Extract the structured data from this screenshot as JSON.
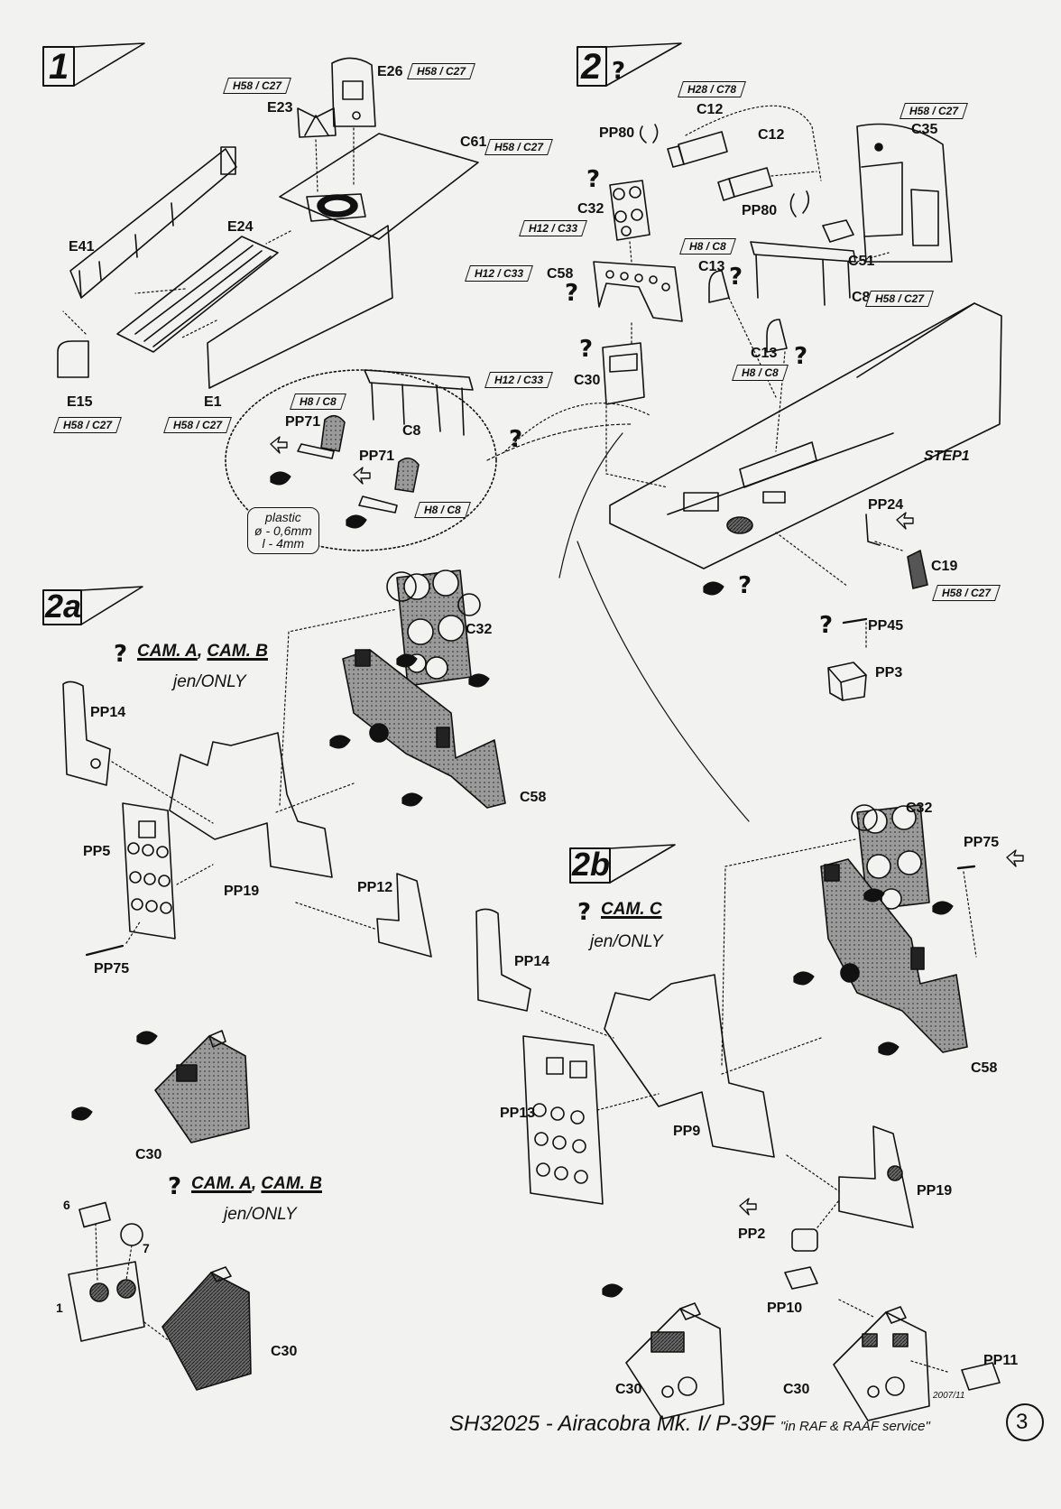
{
  "steps": {
    "s1": "1",
    "s2": "2",
    "s2a": "2a",
    "s2b": "2b"
  },
  "step1_parts": {
    "e26": "E26",
    "e23": "E23",
    "c61": "C61",
    "e41": "E41",
    "e24": "E24",
    "e15": "E15",
    "e1": "E1",
    "pp71a": "PP71",
    "pp71b": "PP71",
    "c8": "C8"
  },
  "step2_parts": {
    "c12a": "C12",
    "c12b": "C12",
    "pp80a": "PP80",
    "pp80b": "PP80",
    "c35": "C35",
    "c32": "C32",
    "c58": "C58",
    "c13a": "C13",
    "c13b": "C13",
    "c51": "C51",
    "c8": "C8",
    "c30": "C30",
    "step1_ref": "STEP1",
    "pp24": "PP24",
    "c19": "C19",
    "pp45": "PP45",
    "pp3": "PP3"
  },
  "step2a_parts": {
    "c32": "C32",
    "pp14": "PP14",
    "c58": "C58",
    "pp5": "PP5",
    "pp19": "PP19",
    "pp12": "PP12",
    "pp75": "PP75",
    "c30a": "C30",
    "decal6": "6",
    "decal7": "7",
    "decal1": "1",
    "c30b": "C30"
  },
  "step2b_parts": {
    "c32": "C32",
    "pp75": "PP75",
    "pp14": "PP14",
    "c58": "C58",
    "pp13": "PP13",
    "pp9": "PP9",
    "pp19": "PP19",
    "pp2": "PP2",
    "pp10": "PP10",
    "pp11": "PP11",
    "c30a": "C30",
    "c30b": "C30"
  },
  "color_codes": {
    "h58_c27": "H58 / C27",
    "h28_c78": "H28 / C78",
    "h12_c33": "H12 / C33",
    "h8_c8": "H8 / C8"
  },
  "camo_notes": {
    "cam_ab_a": "CAM. A",
    "cam_ab_b": "CAM. B",
    "cam_c": "CAM. C",
    "only": "jen/ONLY"
  },
  "plastic_note": {
    "line1": "plastic",
    "line2": "ø - 0,6mm",
    "line3": "l - 4mm"
  },
  "question_glyph": "?",
  "footer": {
    "date": "2007/11",
    "kit": "SH32025 -",
    "name": "Airacobra Mk. I/ P-39F",
    "service": "\"in RAF & RAAF service\"",
    "page": "3"
  },
  "colors": {
    "ink": "#111111",
    "paper": "#f2f2f0",
    "etch_gray": "#8c8c8c"
  }
}
